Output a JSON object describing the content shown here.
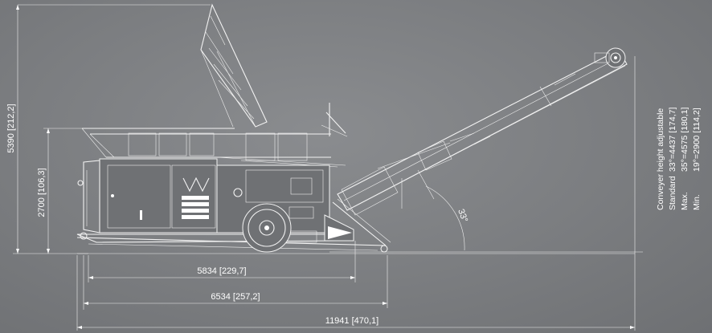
{
  "dimensions": {
    "overall_height": "5390 [212,2]",
    "hopper_height": "2700 [106,3]",
    "length_1": "5834 [229,7]",
    "length_2": "6534 [257,2]",
    "overall_length": "11941 [470,1]"
  },
  "conveyor": {
    "angle": "33°",
    "title": "Conveyer height adjustable",
    "rows": [
      {
        "label": "Standard",
        "value": "33°=4437 [174,7]"
      },
      {
        "label": "Max.",
        "value": "35°=4575 [180,1]"
      },
      {
        "label": "Min.",
        "value": "19°=2900 [114,2]"
      }
    ]
  },
  "colors": {
    "background": "#7b7d80",
    "lines": "#ffffff"
  }
}
